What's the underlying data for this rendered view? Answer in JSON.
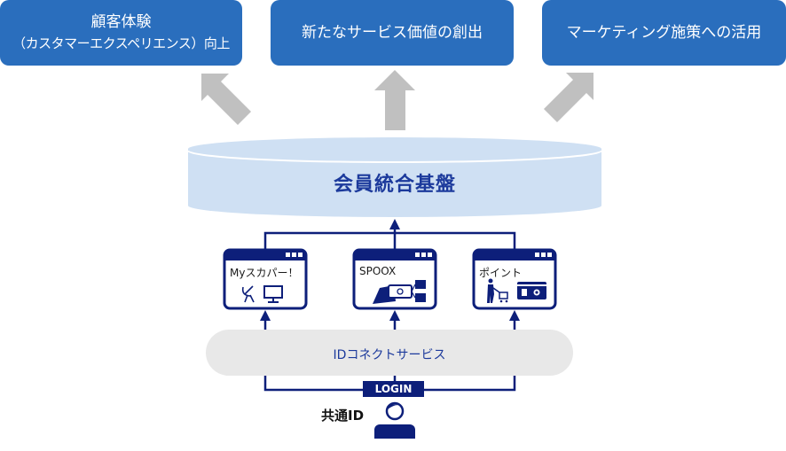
{
  "goals": [
    {
      "line1": "顧客体験",
      "line2": "（カスタマーエクスペリエンス）向上"
    },
    {
      "line1": "新たなサービス価値の創出"
    },
    {
      "line1": "マーケティング施策への活用"
    }
  ],
  "platform": {
    "label": "会員統合基盤"
  },
  "services": [
    {
      "title": "Myスカパー！",
      "icons": [
        "satellite-dish-icon",
        "monitor-icon"
      ]
    },
    {
      "title": "SPOOX",
      "icons": [
        "smartphone-video-icon"
      ]
    },
    {
      "title": "ポイント",
      "icons": [
        "shopper-cart-icon",
        "point-card-icon"
      ]
    }
  ],
  "id_connect": {
    "label": "IDコネクトサービス"
  },
  "login": {
    "label": "LOGIN"
  },
  "user": {
    "label": "共通ID",
    "icon": "user-icon"
  },
  "colors": {
    "goal_box": "#2a6ebd",
    "platform_fill": "#cfe0f3",
    "platform_text": "#1c3a9c",
    "navy": "#0d1f7a",
    "arrow_gray": "#c0c0c0",
    "id_connect_fill": "#e8e8e8"
  }
}
